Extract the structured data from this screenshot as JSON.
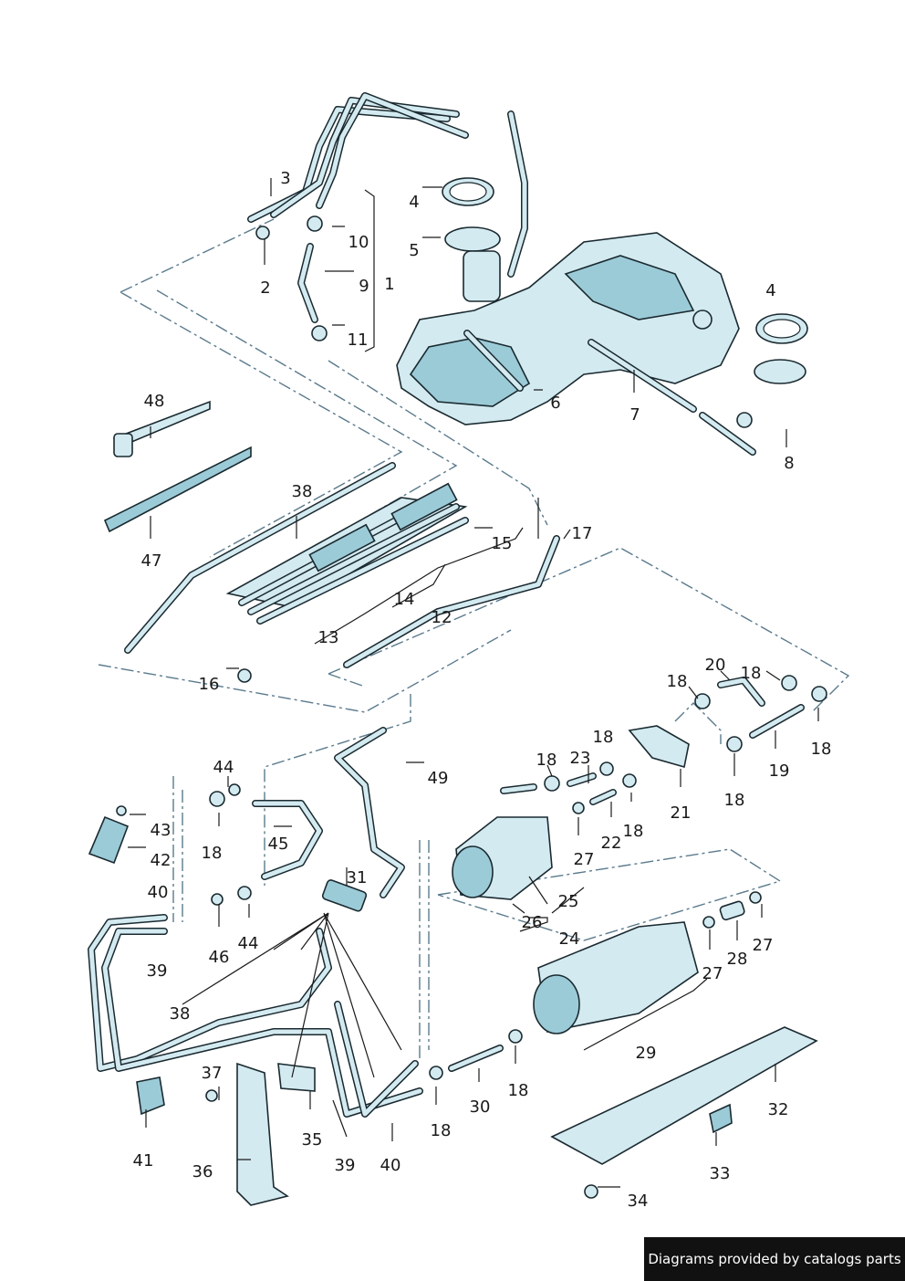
{
  "footer_text": "Diagrams provided by catalogs parts",
  "callouts": [
    "1",
    "2",
    "3",
    "4",
    "5",
    "6",
    "7",
    "8",
    "9",
    "10",
    "11",
    "12",
    "13",
    "14",
    "15",
    "16",
    "17",
    "18",
    "19",
    "20",
    "21",
    "22",
    "23",
    "24",
    "25",
    "26",
    "27",
    "28",
    "29",
    "30",
    "31",
    "32",
    "33",
    "34",
    "35",
    "36",
    "37",
    "38",
    "39",
    "40",
    "41",
    "42",
    "43",
    "44",
    "45",
    "46",
    "47",
    "48",
    "49"
  ],
  "colors": {
    "part_fill": "#d3eaf0",
    "part_shade": "#9ccbd8",
    "outline": "#1a2a30",
    "dash_line": "#5a7a8c",
    "footer_bg": "#111111"
  }
}
